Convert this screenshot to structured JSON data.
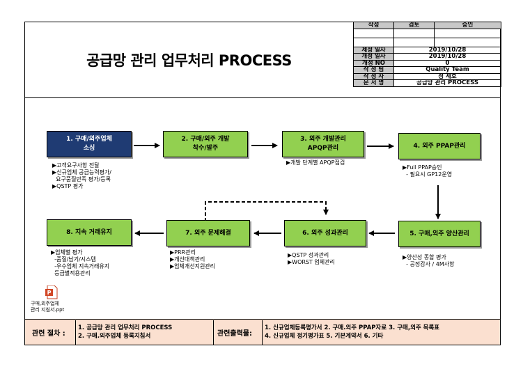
{
  "title": "공급망 관리 업무처리 PROCESS",
  "meta": {
    "approval_headers": [
      "작성",
      "검토",
      "승인"
    ],
    "rows": [
      {
        "label": "제정 일자",
        "value": "2019/10/28"
      },
      {
        "label": "개정 일자",
        "value": "2019/10/28"
      },
      {
        "label": "개정  NO",
        "value": "0"
      },
      {
        "label": "작 성 팀",
        "value": "Quality Team"
      },
      {
        "label": "작 성 자",
        "value": "정 세호"
      },
      {
        "label": "문 서 명",
        "value": "공급망 관리 PROCESS"
      }
    ]
  },
  "steps": [
    {
      "label": "1. 구매/외주업체\n소싱",
      "notes": "▶고객요구사항 전달\n▶신규업체 공급능력평가/\n  요구품질만족 평가/등록\n▶QSTP 평가"
    },
    {
      "label": "2. 구매/외주 개발\n착수/발주",
      "notes": ""
    },
    {
      "label": "3. 외주 개발관리\nAPQP관리",
      "notes": "▶개발 단계별 APQP점검"
    },
    {
      "label": "4. 외주 PPAP관리",
      "notes": "▶Full PPAP승인\n  - 필요시 GP12운영"
    },
    {
      "label": "5. 구매,외주 양산관리",
      "notes": "▶양산성 종합 평가\n  - 공정감사 / 4M사항"
    },
    {
      "label": "6. 외주 성과관리",
      "notes": "▶QSTP 성과관리\n▶WORST 업체관리"
    },
    {
      "label": "7. 외주 문제해결",
      "notes": "▶PRR관리\n▶개선대책관리\n▶업체개선지원관리"
    },
    {
      "label": "8. 지속 거래유지",
      "notes": "▶업체별 평가\n  -품질/납기/시스템\n  -우수업체 지속거래유지\n  등급별적용관리"
    }
  ],
  "attachment": {
    "icon": "powerpoint-file-icon",
    "label": "구매,외주업체\n관리 지침서.ppt"
  },
  "footer": {
    "procedures_label": "관련 절차 :",
    "procedures": [
      "1. 공급망 관리 업무처리 PROCESS",
      "2. 구매.외주업체 등록지침서"
    ],
    "outputs_label": "관련출력물:",
    "outputs": [
      "1. 신규업체등록평가서  2. 구매.외주 PPAP자료 3. 구매,외주 목록표",
      "4. 신규업체 정기평가표  5. 기본계약서  6. 기타"
    ]
  },
  "colors": {
    "step_fill": "#92d050",
    "first_step_fill": "#1f3b73",
    "footer_fill": "#fbe0d0",
    "header_fill": "#c8c8c8"
  }
}
